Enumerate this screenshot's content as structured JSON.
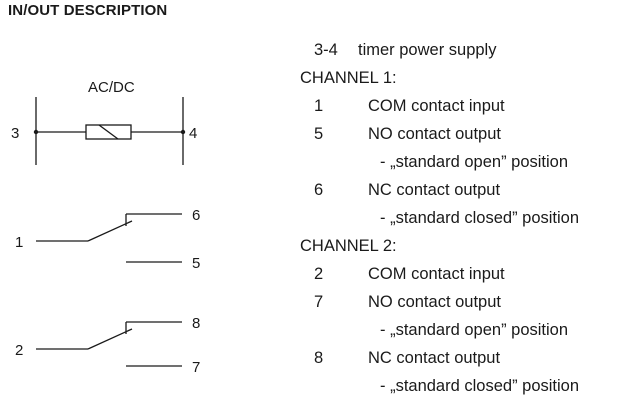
{
  "title": "IN/OUT DESCRIPTION",
  "diagram": {
    "supply_label": "AC/DC",
    "terminals": {
      "t3": "3",
      "t4": "4",
      "t1": "1",
      "t6": "6",
      "t5": "5",
      "t2": "2",
      "t8": "8",
      "t7": "7"
    }
  },
  "description": {
    "power": {
      "num": "3-4",
      "text": "timer power supply"
    },
    "channel1": {
      "heading": "CHANNEL 1:",
      "com": {
        "num": "1",
        "text": "COM contact input"
      },
      "no": {
        "num": "5",
        "text": "NO contact output",
        "note": "- „standard open” position"
      },
      "nc": {
        "num": "6",
        "text": "NC contact output",
        "note": "- „standard closed” position"
      }
    },
    "channel2": {
      "heading": "CHANNEL 2:",
      "com": {
        "num": "2",
        "text": "COM contact input"
      },
      "no": {
        "num": "7",
        "text": "NO contact output",
        "note": "- „standard open” position"
      },
      "nc": {
        "num": "8",
        "text": "NC contact output",
        "note": "- „standard closed” position"
      }
    }
  }
}
